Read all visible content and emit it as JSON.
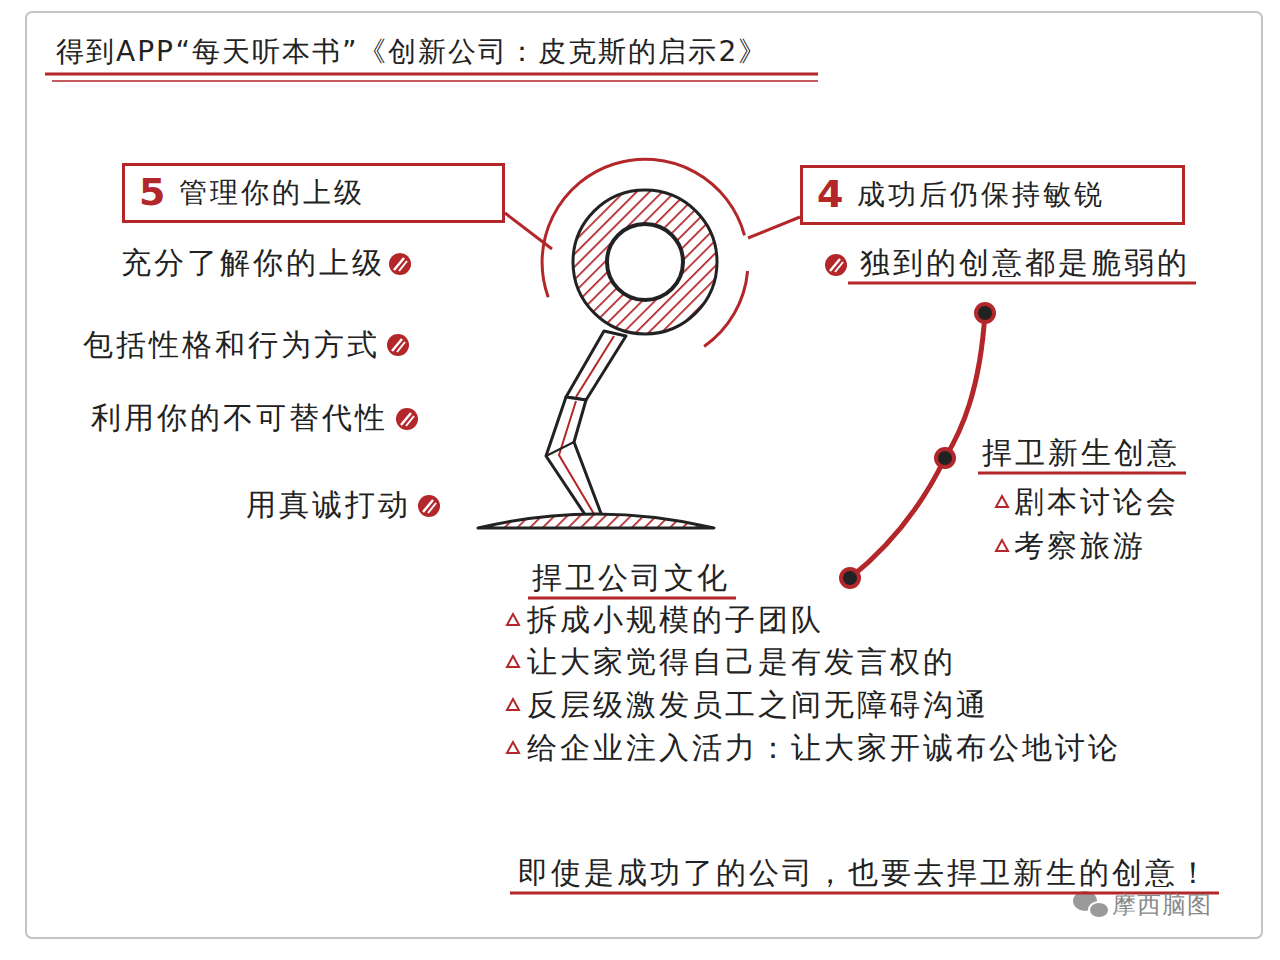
{
  "diagram": {
    "title": "得到APP“每天听本书”《创新公司：皮克斯的启示2》",
    "caption": "即使是成功了的公司，也要去捍卫新生的创意！",
    "nodes": [
      {
        "text": [
          "5",
          "管理你的上级"
        ]
      },
      {
        "text": [
          "4",
          "成功后仍保持敏锐"
        ]
      }
    ],
    "labels": [
      "充分了解你的上级",
      "包括性格和行为方式",
      "利用你的不可替代性",
      "用真诚打动",
      "独到的创意都是脆弱的",
      "捍卫新生创意",
      "剧本讨论会",
      "考察旅游",
      "捍卫公司文化",
      "拆成小规模的子团队",
      "让大家觉得自己是有发言权的",
      "反层级激发员工之间无障碍沟通",
      "给企业注入活力：让大家开诚布公地讨论",
      "摩西脑图"
    ]
  }
}
